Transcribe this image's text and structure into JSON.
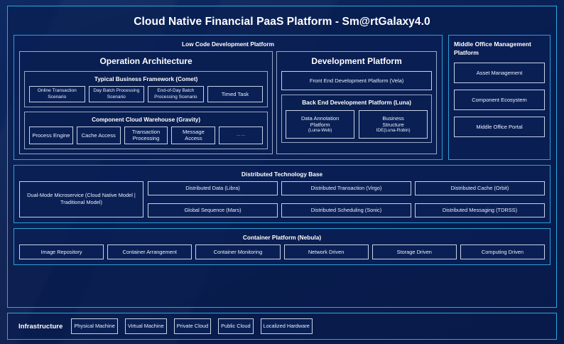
{
  "title": "Cloud Native Financial PaaS Platform - Sm@rtGalaxy4.0",
  "low_code": {
    "title": "Low Code Development Platform",
    "operation_architecture": {
      "title": "Operation Architecture",
      "business_framework": {
        "title": "Typical Business Framework (Comet)",
        "items": [
          "Online Transaction Scenario",
          "Day Batch Processing Scenario",
          "End-of-Day Batch Processing Scenario",
          "Timed Task"
        ]
      },
      "component_warehouse": {
        "title": "Component Cloud Warehouse (Gravity)",
        "items": [
          "Process Engine",
          "Cache Access",
          "Transaction Processing",
          "Message Access",
          "……"
        ]
      }
    },
    "development_platform": {
      "title": "Development Platform",
      "front_end": "Front End Development Platform (Vela)",
      "back_end": {
        "title": "Back End Development Platform (Luna)",
        "items": [
          {
            "line1": "Data Annotation",
            "line2": "Platform",
            "line3": "(Luna-Web)"
          },
          {
            "line1": "Business",
            "line2": "Structure",
            "line3": "IDE(Luna-Robin)"
          }
        ]
      }
    }
  },
  "middle_office": {
    "title": "Middle Office Management Platform",
    "items": [
      "Asset Management",
      "Component Ecosystem",
      "Middle Office Portal"
    ]
  },
  "distributed_base": {
    "title": "Distributed Technology Base",
    "highlight": "Dual-Mode Microservice (Cloud Native Model | Traditional Model)",
    "row1": [
      "Distributed Data (Libra)",
      "Distributed Transaction (Virgo)",
      "Distributed Cache (Orbit)"
    ],
    "row2": [
      "Global Sequence (Mars)",
      "Distributed Scheduling (Sonic)",
      "Distributed Messaging (TDRSS)"
    ]
  },
  "container_platform": {
    "title": "Container Platform (Nebula)",
    "items": [
      "Image Repository",
      "Container Arrangement",
      "Container Monitoring",
      "Network Driven",
      "Storage Driven",
      "Computing Driven"
    ]
  },
  "infrastructure": {
    "label": "Infrastructure",
    "items": [
      "Physical Machine",
      "Virtual Machine",
      "Private Cloud",
      "Public Cloud",
      "Localized Hardware"
    ]
  },
  "colors": {
    "background": "#0a1f52",
    "frame_accent": "#29a8e0",
    "section_border": "#2e9fd8",
    "box_border": "#9aa8c8",
    "cell_border": "#c8d2e6",
    "text": "#ffffff"
  }
}
